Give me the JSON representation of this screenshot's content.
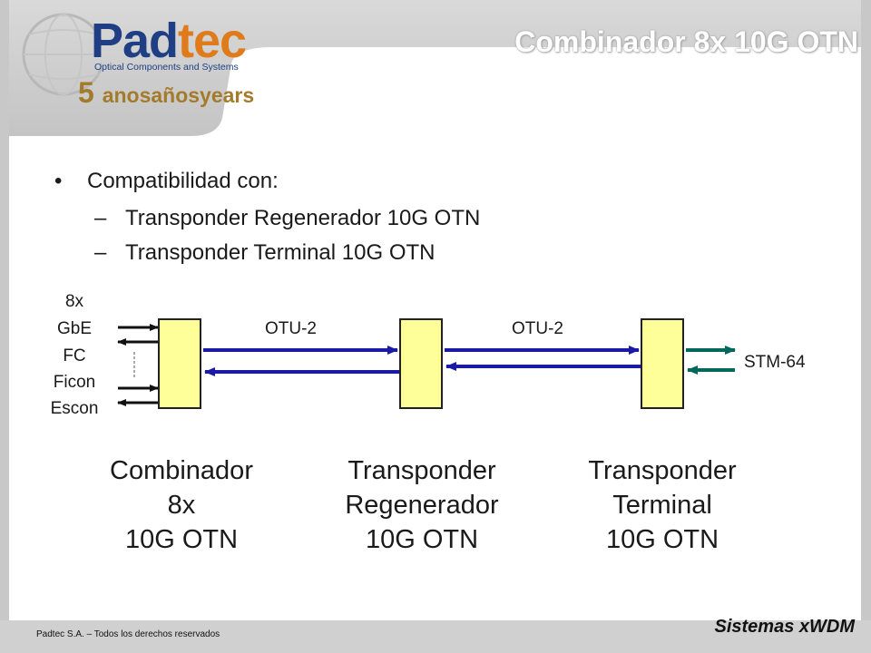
{
  "slide": {
    "title": "Combinador 8x 10G OTN",
    "logo": {
      "brand_part1": "Pad",
      "brand_part2": "tec",
      "tagline": "Optical Components and Systems",
      "years_num": "5",
      "years_text": "anosañosyears"
    },
    "bullets": {
      "main": "Compatibilidad con:",
      "sub": [
        "Transponder Regenerador 10G OTN",
        "Transponder Terminal 10G OTN"
      ]
    },
    "footer": {
      "copyright": "Padtec S.A. – Todos los derechos reservados",
      "section": "Sistemas xWDM"
    },
    "colors": {
      "frame_gray": "#c8c8c8",
      "box_fill": "#ffff99",
      "link_blue": "#1a1aa6",
      "client_black": "#111111",
      "stm_green": "#00685a",
      "brand_blue": "#1f3e84",
      "brand_orange": "#e07b1c"
    }
  },
  "diagram": {
    "client_inputs": [
      "8x",
      "GbE",
      "FC",
      "Ficon",
      "Escon"
    ],
    "link_label_1": "OTU-2",
    "link_label_2": "OTU-2",
    "output_label": "STM-64",
    "nodes": [
      {
        "line1": "Combinador",
        "line2": "8x",
        "line3": "10G OTN"
      },
      {
        "line1": "Transponder",
        "line2": "Regenerador",
        "line3": "10G OTN"
      },
      {
        "line1": "Transponder",
        "line2": "Terminal",
        "line3": "10G OTN"
      }
    ]
  }
}
